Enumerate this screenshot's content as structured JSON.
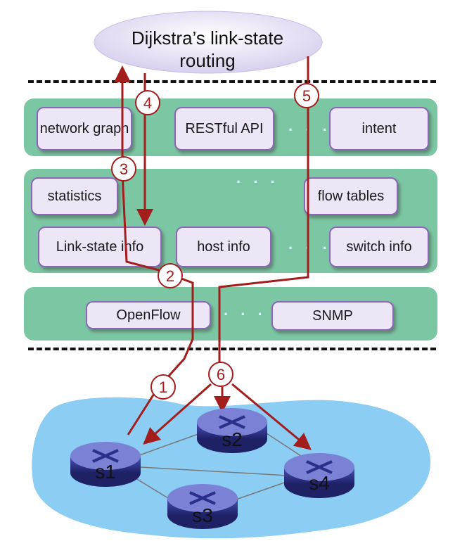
{
  "app_cloud": {
    "label_line1": "Dijkstra’s link-state",
    "label_line2": "routing"
  },
  "apps_layer": {
    "boxes": [
      "network graph",
      "RESTful API",
      "intent"
    ],
    "ellipsis": ". . ."
  },
  "state_layer": {
    "boxes": [
      "statistics",
      "flow tables",
      "Link-state info",
      "host info",
      "switch info"
    ],
    "ellipsis_top": ". . .",
    "ellipsis_bottom": ". . ."
  },
  "southbound_layer": {
    "boxes": [
      "OpenFlow",
      "SNMP"
    ],
    "ellipsis": ". . ."
  },
  "steps": [
    "1",
    "2",
    "3",
    "4",
    "5",
    "6"
  ],
  "routers": [
    "s1",
    "s2",
    "s3",
    "s4"
  ],
  "colors": {
    "band": "#7cc7a3",
    "box_fill": "#ece6f6",
    "box_border": "#8a67b8",
    "arrow": "#a31d1d",
    "network_cloud": "#8ccdf4",
    "router_body": "#3a3f9c"
  }
}
